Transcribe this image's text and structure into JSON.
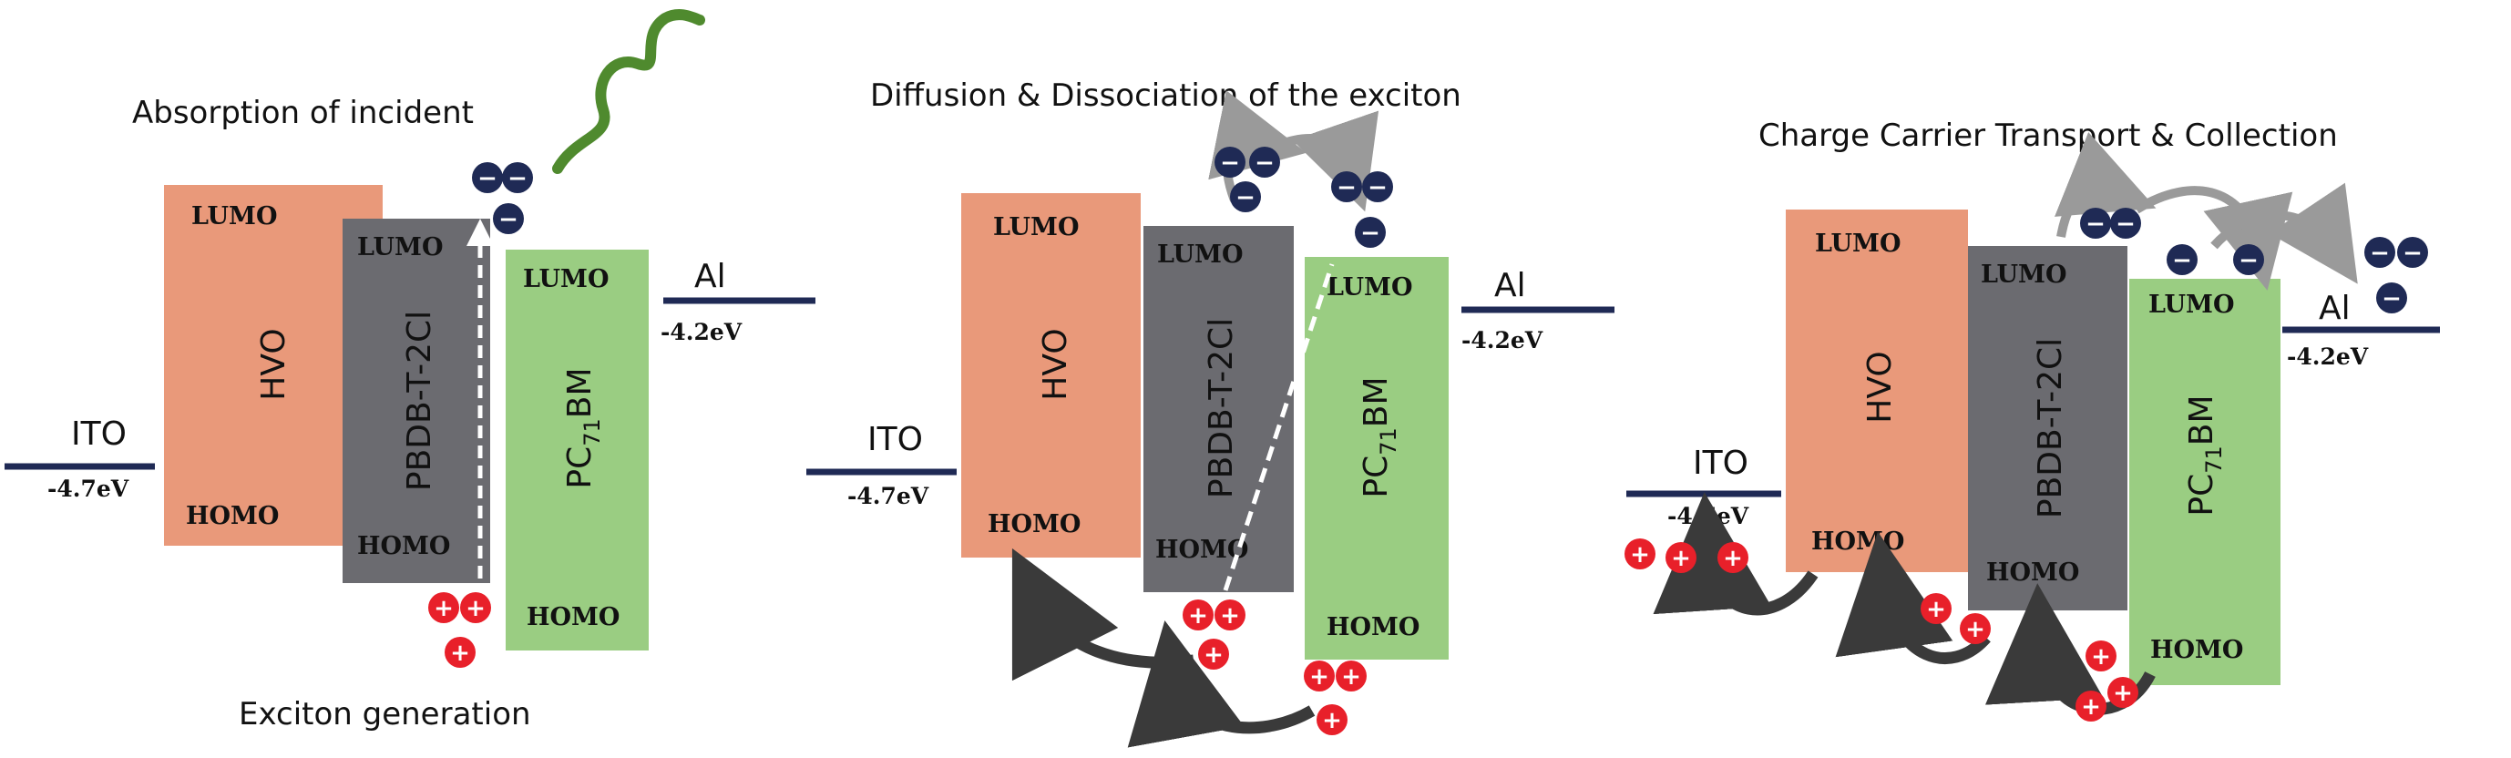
{
  "colors": {
    "hvo": "#E9997A",
    "pbdb": "#6B6B70",
    "pcbm": "#9ACD82",
    "electrode": "#1F2A55",
    "electron": "#1F2A55",
    "hole": "#E8202A",
    "arrow": "#3A3A3A",
    "arrow_light": "#9A9A9A",
    "wave": "#4F8A2E"
  },
  "panels": [
    {
      "title": "Absorption of incident",
      "caption": "Exciton generation",
      "ito": {
        "label": "ITO",
        "value": "-4.7eV"
      },
      "al": {
        "label": "Al",
        "value": "-4.2eV"
      },
      "hvo": {
        "name": "HVO",
        "lumo": "LUMO",
        "homo": "HOMO"
      },
      "pbdb": {
        "name": "PBDB-T-2Cl",
        "lumo": "LUMO",
        "homo": "HOMO"
      },
      "pcbm": {
        "name_main": "PC",
        "name_sub": "71",
        "name_end": "BM",
        "lumo": "LUMO",
        "homo": "HOMO"
      }
    },
    {
      "title": "Diffusion & Dissociation of the exciton",
      "ito": {
        "label": "ITO",
        "value": "-4.7eV"
      },
      "al": {
        "label": "Al",
        "value": "-4.2eV"
      },
      "hvo": {
        "name": "HVO",
        "lumo": "LUMO",
        "homo": "HOMO"
      },
      "pbdb": {
        "name": "PBDB-T-2Cl",
        "lumo": "LUMO",
        "homo": "HOMO"
      },
      "pcbm": {
        "name_main": "PC",
        "name_sub": "71",
        "name_end": "BM",
        "lumo": "LUMO",
        "homo": "HOMO"
      }
    },
    {
      "title": "Charge Carrier Transport & Collection",
      "ito": {
        "label": "ITO",
        "value": "-4.7eV"
      },
      "al": {
        "label": "Al",
        "value": "-4.2eV"
      },
      "hvo": {
        "name": "HVO",
        "lumo": "LUMO",
        "homo": "HOMO"
      },
      "pbdb": {
        "name": "PBDB-T-2Cl",
        "lumo": "LUMO",
        "homo": "HOMO"
      },
      "pcbm": {
        "name_main": "PC",
        "name_sub": "71",
        "name_end": "BM",
        "lumo": "LUMO",
        "homo": "HOMO"
      }
    }
  ],
  "charges": {
    "electron": "−",
    "hole": "+"
  }
}
